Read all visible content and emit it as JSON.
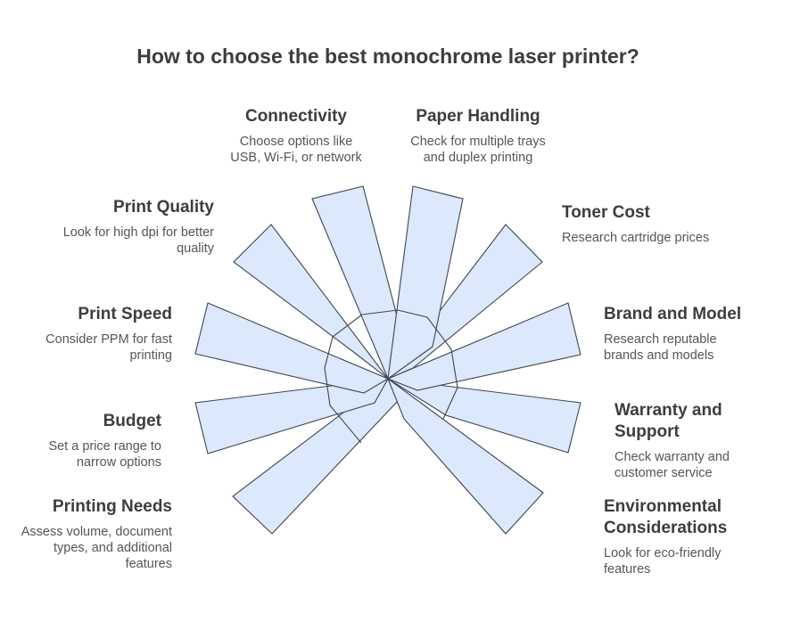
{
  "title": "How to choose the best monochrome laser printer?",
  "items": [
    {
      "heading": "Connectivity",
      "description": "Choose options like USB, Wi-Fi, or network"
    },
    {
      "heading": "Paper Handling",
      "description": "Check for multiple trays and duplex printing"
    },
    {
      "heading": "Print Quality",
      "description": "Look for high dpi for better quality"
    },
    {
      "heading": "Toner Cost",
      "description": "Research cartridge prices"
    },
    {
      "heading": "Print Speed",
      "description": "Consider PPM for fast printing"
    },
    {
      "heading": "Brand and Model",
      "description": "Research reputable brands and models"
    },
    {
      "heading": "Budget",
      "description": "Set a price range to narrow options"
    },
    {
      "heading": "Warranty and Support",
      "description": "Check warranty and customer service"
    },
    {
      "heading": "Printing Needs",
      "description": "Assess volume, document types, and additional features"
    },
    {
      "heading": "Environmental Considerations",
      "description": "Look for eco-friendly features"
    }
  ],
  "colors": {
    "blade_fill": "#dce8fc",
    "blade_stroke": "#3e4650",
    "heading": "#3d3d3d",
    "text": "#555555"
  }
}
